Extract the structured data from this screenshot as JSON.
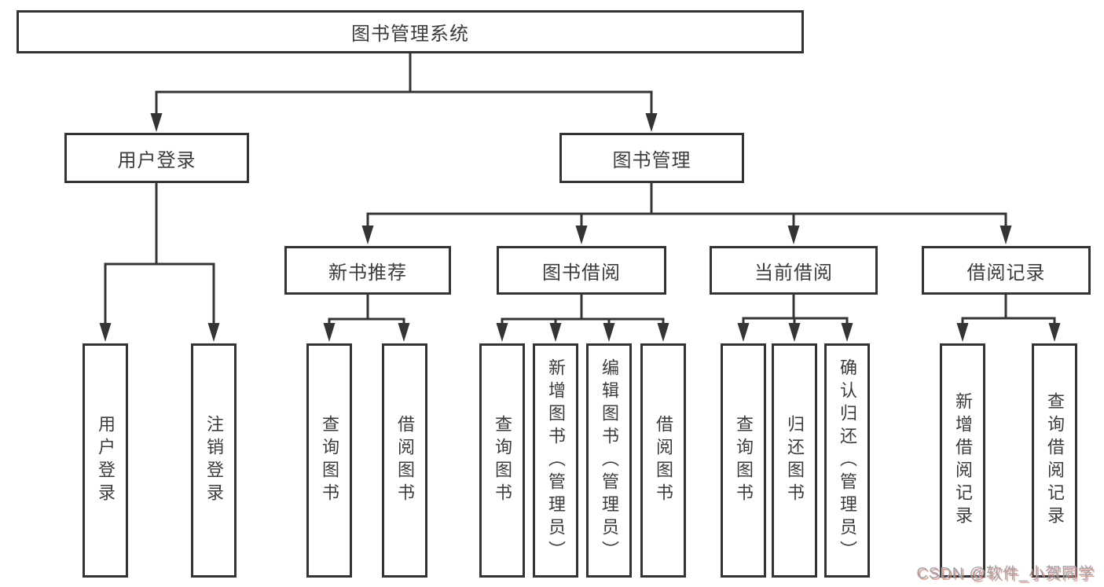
{
  "tree": {
    "label": "图书管理系统",
    "children": [
      {
        "label": "用户登录",
        "children": [
          {
            "label": "用户登录"
          },
          {
            "label": "注销登录"
          }
        ]
      },
      {
        "label": "图书管理",
        "children": [
          {
            "label": "新书推荐",
            "children": [
              {
                "label": "查询图书"
              },
              {
                "label": "借阅图书"
              }
            ]
          },
          {
            "label": "图书借阅",
            "children": [
              {
                "label": "查询图书"
              },
              {
                "label": "新增图书（管理员）"
              },
              {
                "label": "编辑图书（管理员）"
              },
              {
                "label": "借阅图书"
              }
            ]
          },
          {
            "label": "当前借阅",
            "children": [
              {
                "label": "查询图书"
              },
              {
                "label": "归还图书"
              },
              {
                "label": "确认归还（管理员）"
              }
            ]
          },
          {
            "label": "借阅记录",
            "children": [
              {
                "label": "新增借阅记录"
              },
              {
                "label": "查询借阅记录"
              }
            ]
          }
        ]
      }
    ]
  },
  "watermark": "CSDN @软件_小贺同学",
  "colors": {
    "line": "#343434",
    "text": "#3c3c3c",
    "background": "#ffffff",
    "watermark": "#a2a2a8"
  }
}
